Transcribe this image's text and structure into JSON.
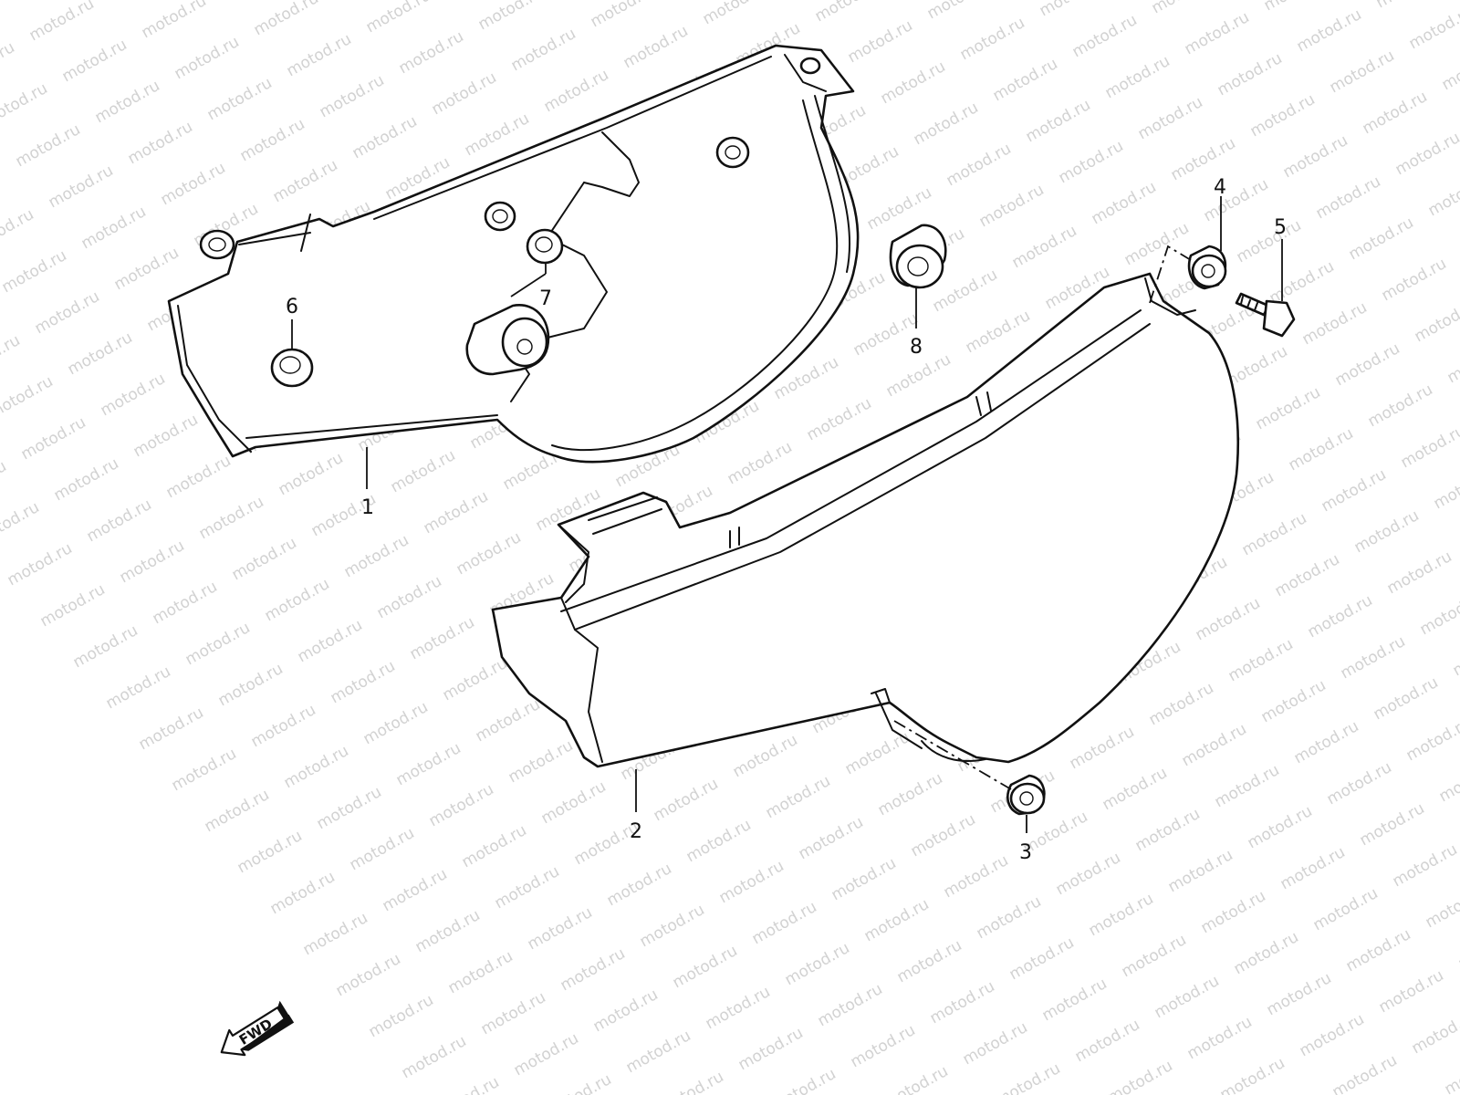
{
  "watermark": {
    "text": "motod.ru",
    "color": "#d2d2d2"
  },
  "direction_marker": {
    "label": "FWD",
    "icon": "forward-arrow-icon"
  },
  "parts": [
    {
      "number": "1",
      "name": "frame-cover-left"
    },
    {
      "number": "2",
      "name": "frame-cover-right"
    },
    {
      "number": "3",
      "name": "cushion-nut"
    },
    {
      "number": "4",
      "name": "cushion-nut"
    },
    {
      "number": "5",
      "name": "screw"
    },
    {
      "number": "6",
      "name": "grommet"
    },
    {
      "number": "7",
      "name": "cushion"
    },
    {
      "number": "8",
      "name": "cushion"
    }
  ]
}
